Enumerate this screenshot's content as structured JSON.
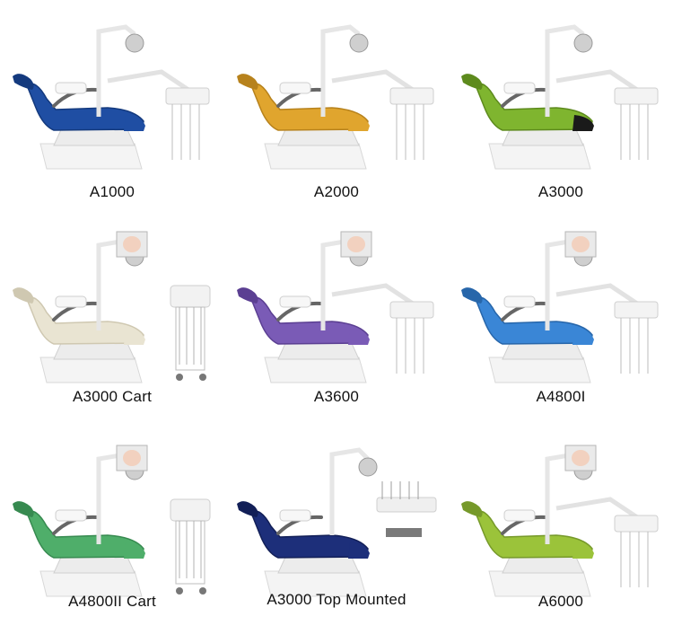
{
  "title": "",
  "items": [
    {
      "label": "A1000",
      "colors": {
        "seat": "#1f4ea3",
        "seat_dark": "#143a7e",
        "accent": "#1f4ea3"
      },
      "monitor": false,
      "cart": false,
      "top_mounted": false
    },
    {
      "label": "A2000",
      "colors": {
        "seat": "#e0a52e",
        "seat_dark": "#b7821c",
        "accent": "#e0a52e"
      },
      "monitor": false,
      "cart": false,
      "top_mounted": false
    },
    {
      "label": "A3000",
      "colors": {
        "seat": "#7fb52f",
        "seat_dark": "#5d8a1d",
        "accent": "#1a1a1a"
      },
      "monitor": false,
      "cart": false,
      "top_mounted": false
    },
    {
      "label": "A3000 Cart",
      "colors": {
        "seat": "#e9e4d2",
        "seat_dark": "#cfc8b1",
        "accent": "#e9e4d2"
      },
      "monitor": true,
      "cart": true,
      "top_mounted": false
    },
    {
      "label": "A3600",
      "colors": {
        "seat": "#7a5bb6",
        "seat_dark": "#5b3f92",
        "accent": "#7a5bb6"
      },
      "monitor": true,
      "cart": false,
      "top_mounted": false
    },
    {
      "label": "A4800I",
      "colors": {
        "seat": "#3a86d6",
        "seat_dark": "#2766aa",
        "accent": "#3a86d6"
      },
      "monitor": true,
      "cart": false,
      "top_mounted": false
    },
    {
      "label": "A4800II Cart",
      "colors": {
        "seat": "#4fae6a",
        "seat_dark": "#378a50",
        "accent": "#4fae6a"
      },
      "monitor": true,
      "cart": true,
      "top_mounted": false
    },
    {
      "label": "A3000 Top Mounted",
      "colors": {
        "seat": "#1d2f7a",
        "seat_dark": "#121f57",
        "accent": "#1d2f7a"
      },
      "monitor": false,
      "cart": false,
      "top_mounted": true
    },
    {
      "label": "A6000",
      "colors": {
        "seat": "#9bc33a",
        "seat_dark": "#76992a",
        "accent": "#9bc33a"
      },
      "monitor": true,
      "cart": false,
      "top_mounted": false
    }
  ]
}
